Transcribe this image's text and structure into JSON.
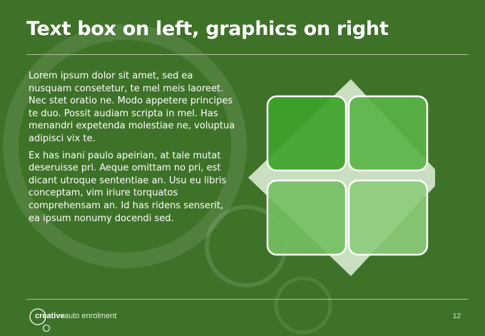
{
  "slide": {
    "title": "Text box on left, graphics on right",
    "paragraphs": [
      "Lorem ipsum dolor sit amet, sed ea nusquam consetetur, te mel meis laoreet. Nec stet oratio ne. Modo appetere principes te duo. Possit audiam scripta in mel. Has menandri expetenda molestiae ne, voluptua adipisci vix te.",
      "Ex has inani paulo apeirian, at tale mutat deseruisse pri. Aeque omittam no pri, est dicant utroque sententiae an. Usu eu libris conceptam, vim iriure torquatos comprehensam an. Id has ridens senserit, ea ipsum nonumy docendi sed."
    ],
    "page_number": "12"
  },
  "footer": {
    "logo_strong": "creative",
    "logo_light": "auto enrolment"
  },
  "colors": {
    "background": "#3e7228",
    "tile_1": "#3ea22a",
    "tile_2": "#59b446",
    "tile_3": "#73bf61",
    "tile_4": "#8bcc7a",
    "diamond": "#d9ead0"
  }
}
